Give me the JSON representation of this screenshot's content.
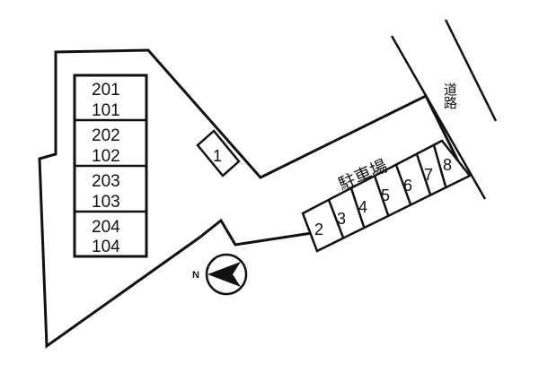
{
  "building": {
    "units": [
      {
        "upper": "201",
        "lower": "101"
      },
      {
        "upper": "202",
        "lower": "102"
      },
      {
        "upper": "203",
        "lower": "103"
      },
      {
        "upper": "204",
        "lower": "104"
      }
    ]
  },
  "parking": {
    "label": "駐車場",
    "slots": [
      "1",
      "2",
      "3",
      "4",
      "5",
      "6",
      "7",
      "8"
    ]
  },
  "road": {
    "label": "道路"
  },
  "compass": {
    "label": "N"
  }
}
